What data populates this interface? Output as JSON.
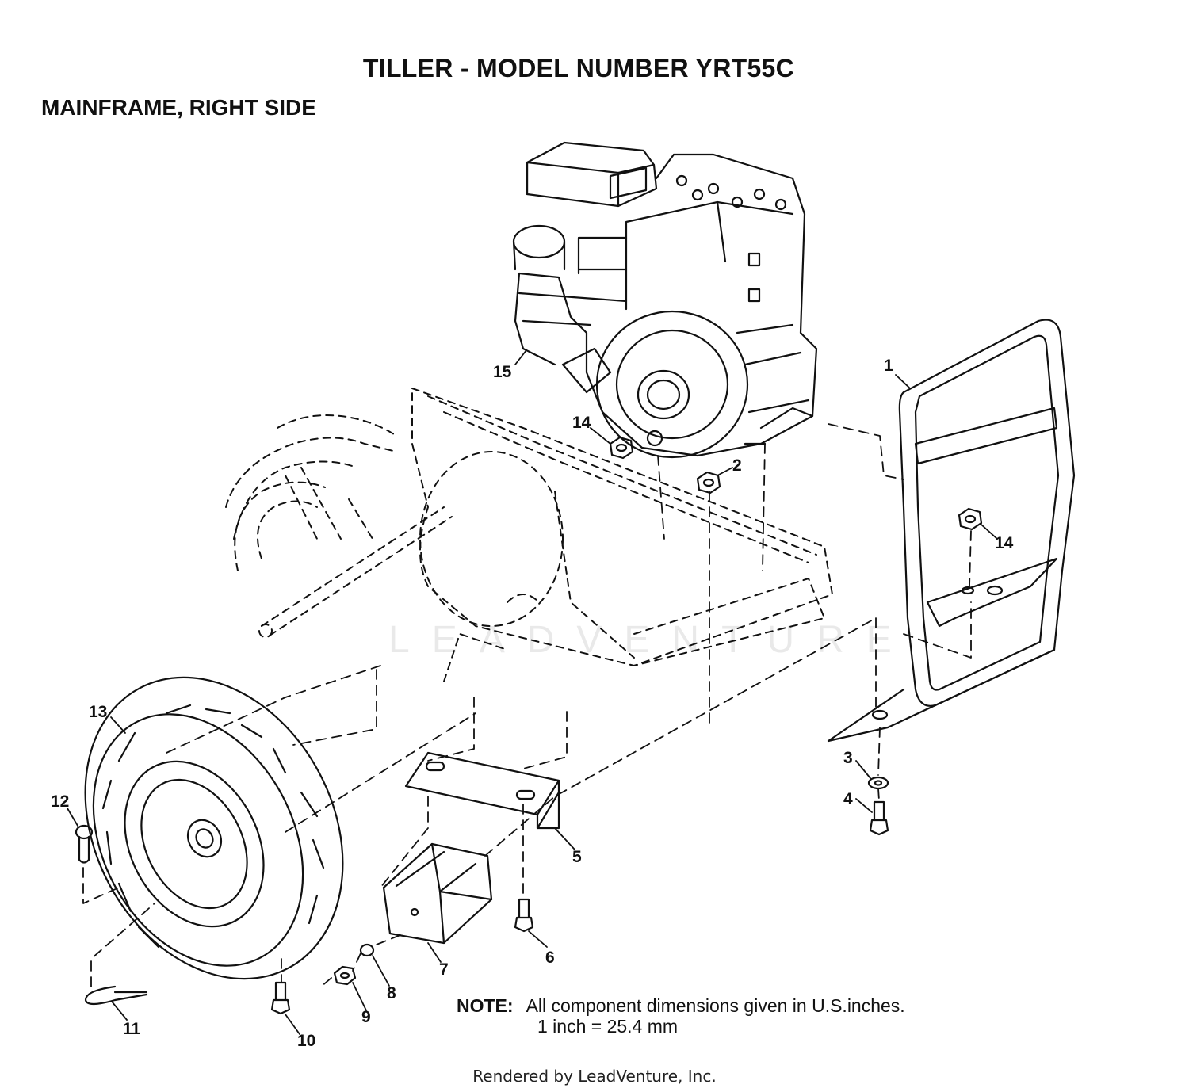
{
  "header": {
    "title": "TILLER - MODEL NUMBER YRT55C",
    "subtitle": "MAINFRAME, RIGHT SIDE"
  },
  "watermark": "LEADVENTURE",
  "callouts": [
    "1",
    "2",
    "3",
    "4",
    "5",
    "6",
    "7",
    "8",
    "9",
    "10",
    "11",
    "12",
    "13",
    "14",
    "14",
    "15"
  ],
  "note": {
    "label": "NOTE:",
    "line1": "All component dimensions given in U.S.inches.",
    "line2": "1 inch = 25.4 mm"
  },
  "footer": "Rendered by LeadVenture, Inc."
}
